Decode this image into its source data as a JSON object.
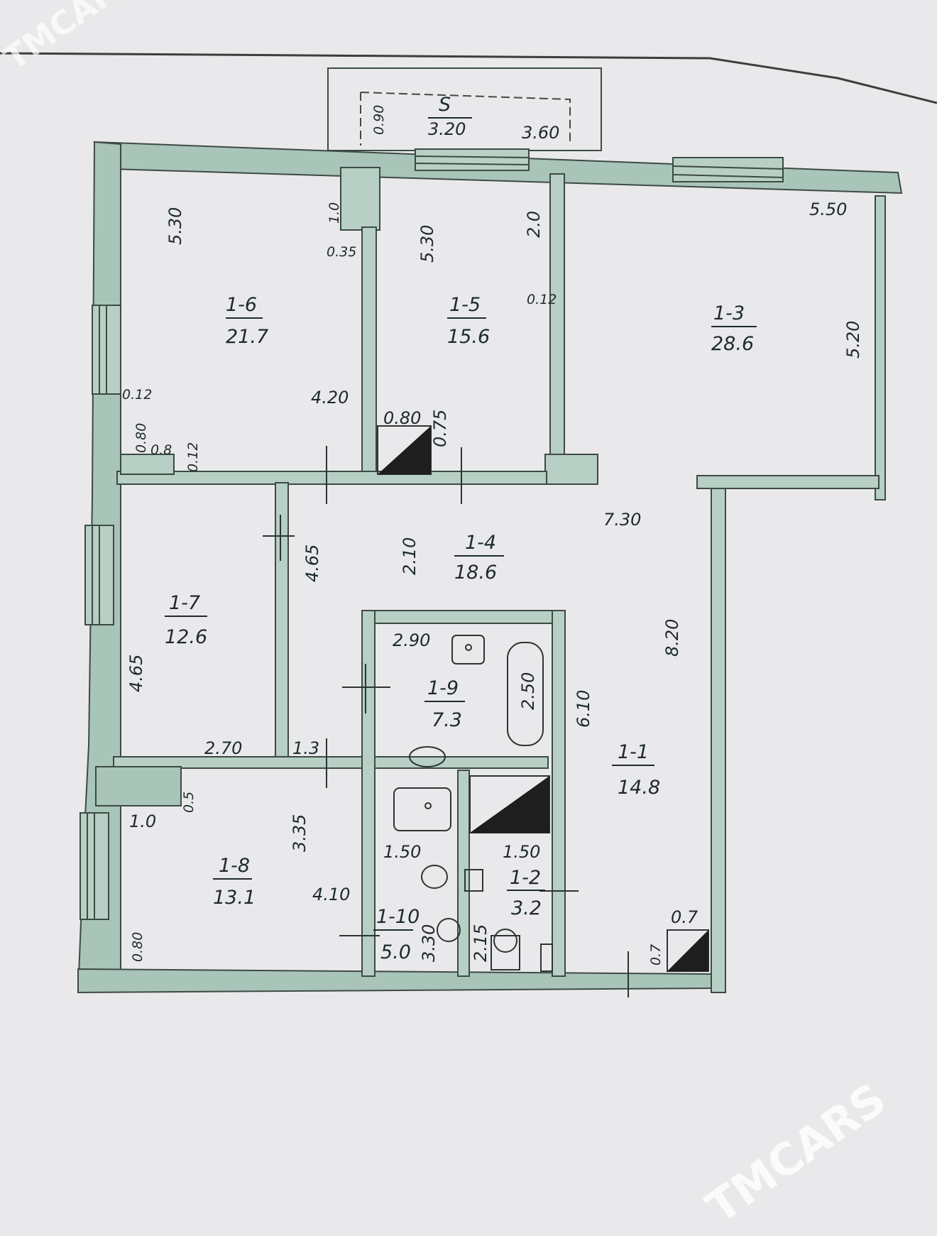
{
  "watermark": {
    "top_left": "TMCARS",
    "bottom_right": "TMCARS"
  },
  "rooms": [
    {
      "id": "1-6",
      "area": "21.7"
    },
    {
      "id": "1-5",
      "area": "15.6"
    },
    {
      "id": "1-3",
      "area": "28.6"
    },
    {
      "id": "1-4",
      "area": "18.6"
    },
    {
      "id": "1-7",
      "area": "12.6"
    },
    {
      "id": "1-9",
      "area": "7.3"
    },
    {
      "id": "1-1",
      "area": "14.8"
    },
    {
      "id": "1-8",
      "area": "13.1"
    },
    {
      "id": "1-2",
      "area": "3.2"
    },
    {
      "id": "1-10",
      "area": "5.0"
    }
  ],
  "balcony": {
    "label": "S",
    "area": "3.20",
    "depth": "0.90"
  },
  "dimensions": [
    "5.30",
    "1.0",
    "0.35",
    "5.30",
    "2.0",
    "0.12",
    "3.60",
    "5.50",
    "5.20",
    "4.20",
    "0.80",
    "0.75",
    "0.12",
    "0.80",
    "0.8",
    "0.12",
    "4.65",
    "2.10",
    "7.30",
    "8.20",
    "4.65",
    "2.90",
    "2.50",
    "6.10",
    "2.70",
    "1.3",
    "0.5",
    "1.0",
    "3.35",
    "1.50",
    "1.50",
    "4.10",
    "3.30",
    "2.15",
    "0.80",
    "0.7",
    "0.7"
  ]
}
